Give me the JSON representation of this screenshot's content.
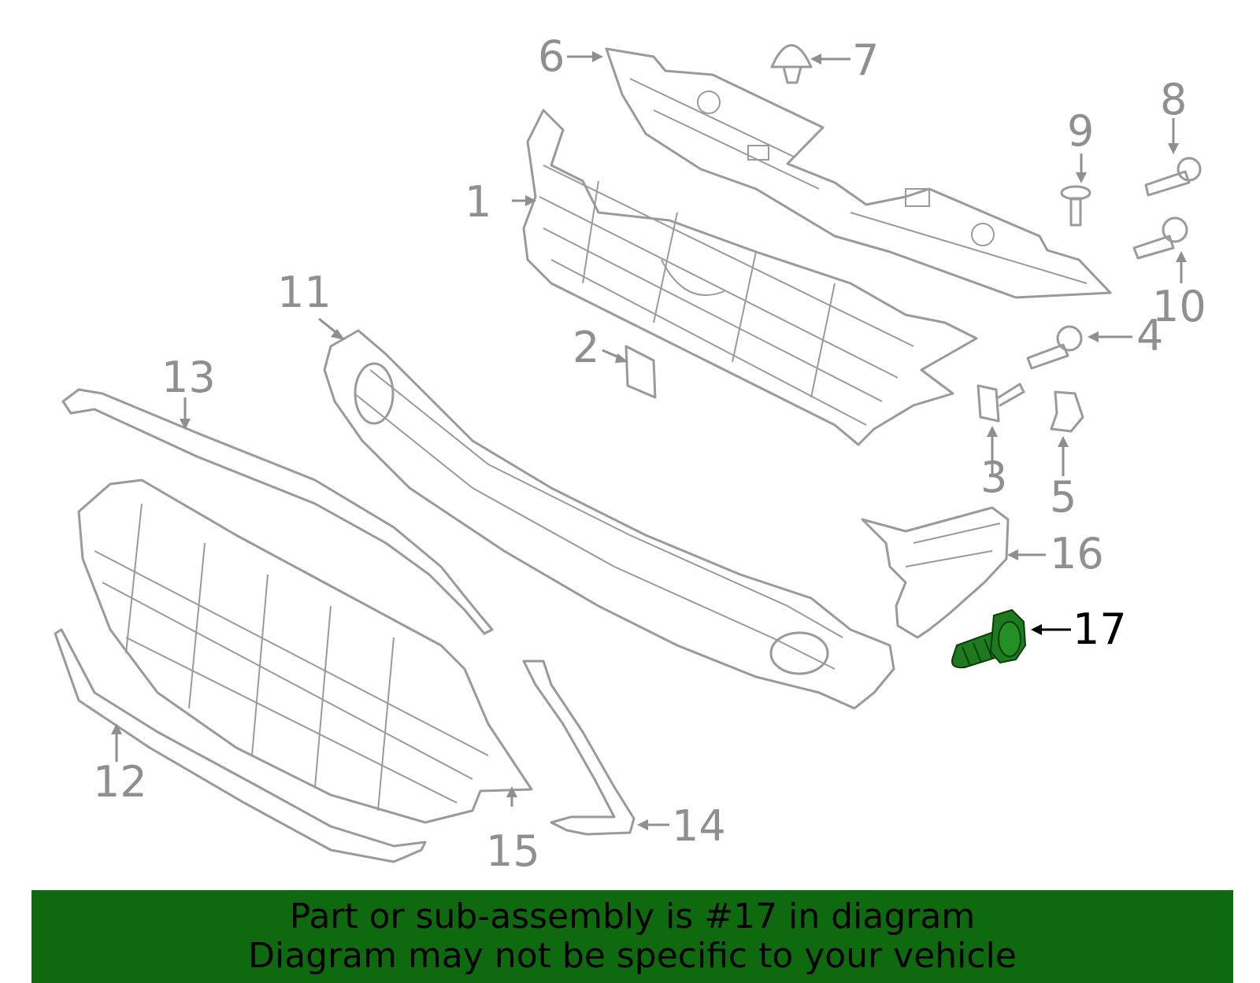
{
  "diagram": {
    "callouts": [
      {
        "id": "1",
        "label": "1"
      },
      {
        "id": "2",
        "label": "2"
      },
      {
        "id": "3",
        "label": "3"
      },
      {
        "id": "4",
        "label": "4"
      },
      {
        "id": "5",
        "label": "5"
      },
      {
        "id": "6",
        "label": "6"
      },
      {
        "id": "7",
        "label": "7"
      },
      {
        "id": "8",
        "label": "8"
      },
      {
        "id": "9",
        "label": "9"
      },
      {
        "id": "10",
        "label": "10"
      },
      {
        "id": "11",
        "label": "11"
      },
      {
        "id": "12",
        "label": "12"
      },
      {
        "id": "13",
        "label": "13"
      },
      {
        "id": "14",
        "label": "14"
      },
      {
        "id": "15",
        "label": "15"
      },
      {
        "id": "16",
        "label": "16"
      },
      {
        "id": "17",
        "label": "17"
      }
    ],
    "highlighted_part": "17",
    "highlight_color": "#1e7a1e",
    "part_color": "#9a9a9a"
  },
  "banner": {
    "line1": "Part or sub-assembly is #17 in diagram",
    "line2": "Diagram may not be specific to your vehicle",
    "background": "#0f6a0f"
  }
}
